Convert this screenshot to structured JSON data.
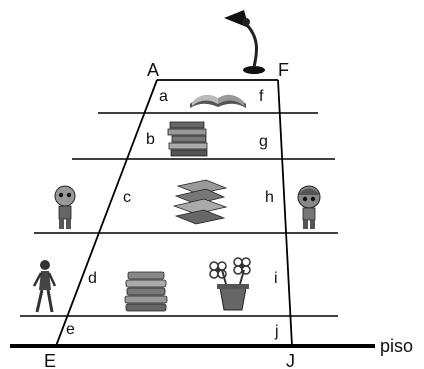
{
  "diagram": {
    "vertices": {
      "top_left": "A",
      "top_right": "F",
      "bottom_left": "E",
      "bottom_right": "J"
    },
    "left_side_segments": [
      "a",
      "b",
      "c",
      "d",
      "e"
    ],
    "right_side_segments": [
      "f",
      "g",
      "h",
      "i",
      "j"
    ],
    "floor_label": "piso",
    "icons": {
      "lamp": "desk-lamp-icon",
      "open_book": "open-book-icon",
      "book_stack_small": "book-stack-icon",
      "book_stack_large": "book-stack-icon",
      "book_stack_low": "book-stack-icon",
      "flower_pot": "flower-pot-icon",
      "figurine_left": "figurine-icon",
      "figurine_right": "figurine-icon",
      "action_figure": "action-figure-icon"
    }
  }
}
